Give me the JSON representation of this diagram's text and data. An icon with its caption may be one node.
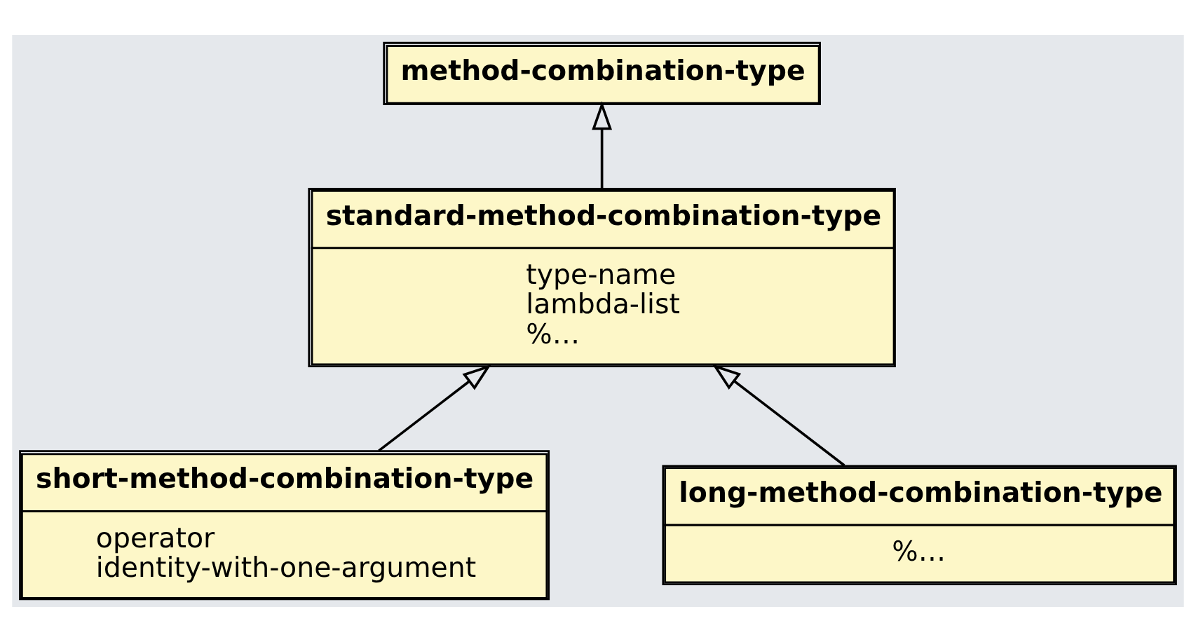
{
  "diagram": {
    "nodes": [
      {
        "text": [
          "method-combination-type"
        ]
      },
      {
        "text": [
          "standard-method-combination-type",
          "type-name",
          "lambda-list",
          "%…"
        ]
      },
      {
        "text": [
          "short-method-combination-type",
          "operator",
          "identity-with-one-argument"
        ]
      },
      {
        "text": [
          "long-method-combination-type",
          "%…"
        ]
      }
    ],
    "edges": [
      {
        "from": 1,
        "to": 0,
        "arrow": "to"
      },
      {
        "from": 2,
        "to": 1,
        "arrow": "to"
      },
      {
        "from": 3,
        "to": 1,
        "arrow": "to"
      }
    ]
  }
}
